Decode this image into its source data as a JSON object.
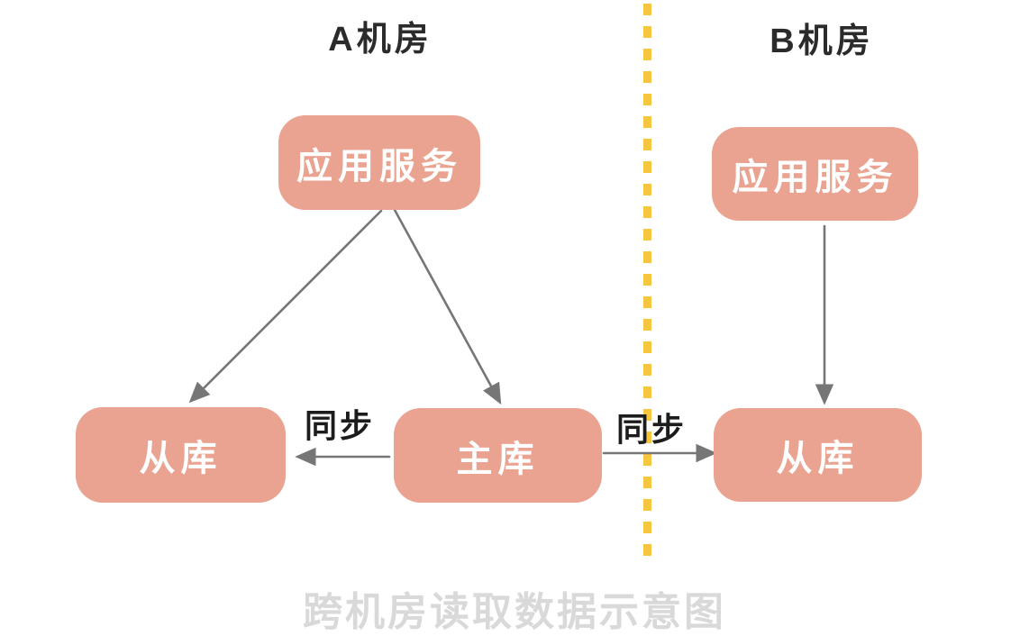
{
  "diagram": {
    "caption": "跨机房读取数据示意图",
    "zones": {
      "a": {
        "title": "A机房"
      },
      "b": {
        "title": "B机房"
      }
    },
    "nodes": {
      "app_a": {
        "label": "应用服务"
      },
      "app_b": {
        "label": "应用服务"
      },
      "slave_a": {
        "label": "从库"
      },
      "master": {
        "label": "主库"
      },
      "slave_b": {
        "label": "从库"
      }
    },
    "edges": {
      "sync_left_label": "同步",
      "sync_right_label": "同步"
    }
  },
  "colors": {
    "background": "#FFFFFF",
    "node_fill": "#EAA390",
    "node_text": "#FFFFFF",
    "arrow": "#767676",
    "divider": "#F6C63F",
    "title_text": "#2B2B2B",
    "sync_text": "#1C1C1C",
    "caption_text": "#D9D9D9"
  }
}
